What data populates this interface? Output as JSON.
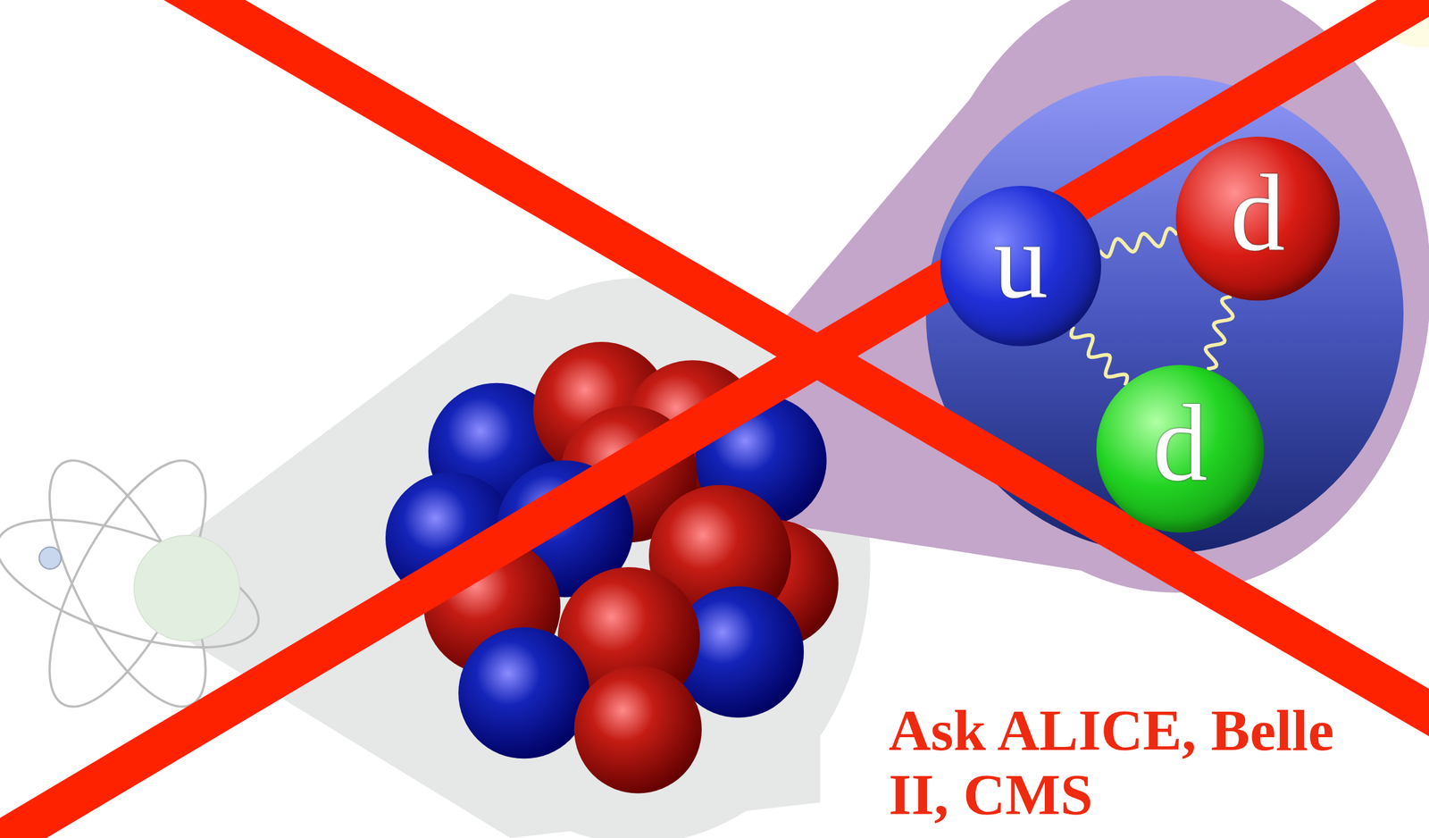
{
  "diagram": {
    "nodes": [
      {
        "text": [
          "u"
        ]
      },
      {
        "text": [
          "d"
        ]
      },
      {
        "text": [
          "d"
        ]
      }
    ],
    "edges": [
      {
        "from": 0,
        "to": 1,
        "arrow": "none"
      },
      {
        "from": 0,
        "to": 2,
        "arrow": "none"
      },
      {
        "from": 1,
        "to": 2,
        "arrow": "none"
      }
    ],
    "labels": [
      "Ask ALICE, Belle II, CMS"
    ]
  }
}
